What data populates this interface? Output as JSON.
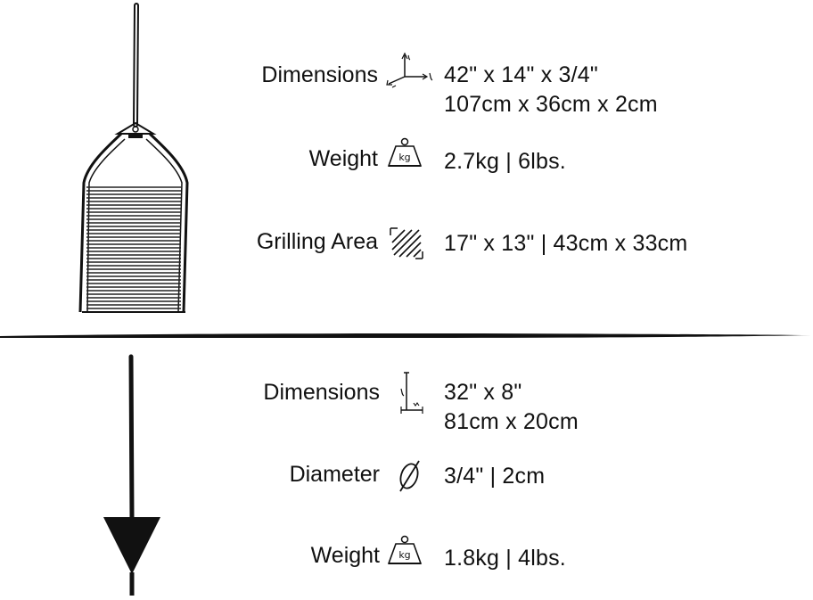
{
  "products": [
    {
      "specs": [
        {
          "label": "Dimensions",
          "icon": "axes-3d-icon",
          "lines": [
            "42\" x 14\" x 3/4\"",
            "107cm x 36cm x 2cm"
          ]
        },
        {
          "label": "Weight",
          "icon": "kg-weight-icon",
          "icon_text": "kg",
          "lines": [
            "2.7kg | 6lbs."
          ]
        },
        {
          "label": "Grilling Area",
          "icon": "hatched-area-icon",
          "lines": [
            "17\" x 13\" | 43cm x 33cm"
          ]
        }
      ]
    },
    {
      "specs": [
        {
          "label": "Dimensions",
          "icon": "axes-2d-icon",
          "lines": [
            "32\" x 8\"",
            "81cm x 20cm"
          ]
        },
        {
          "label": "Diameter",
          "icon": "diameter-icon",
          "lines": [
            "3/4\" | 2cm"
          ]
        },
        {
          "label": "Weight",
          "icon": "kg-weight-icon",
          "icon_text": "kg",
          "lines": [
            "1.8kg | 4lbs."
          ]
        }
      ]
    }
  ]
}
